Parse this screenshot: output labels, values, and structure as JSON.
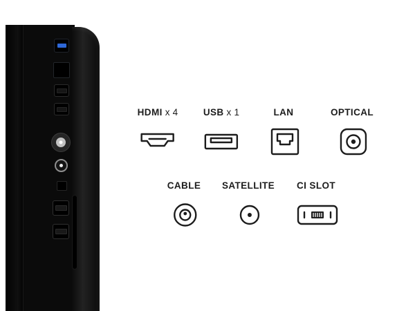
{
  "colors": {
    "background": "#ffffff",
    "label_text": "#1c1c1c",
    "icon_stroke": "#1c1c1c",
    "usb_port_blue": "#2e68d8"
  },
  "tv": {
    "ports": [
      "usb-port",
      "lan-port",
      "hdmi-port",
      "hdmi-port",
      "antenna-port",
      "satellite-port",
      "optical-port",
      "hdmi-port",
      "hdmi-port"
    ]
  },
  "legend": {
    "row1": [
      {
        "name": "HDMI",
        "suffix": "x 4",
        "icon": "hdmi-icon"
      },
      {
        "name": "USB",
        "suffix": "x 1",
        "icon": "usb-icon"
      },
      {
        "name": "LAN",
        "suffix": "",
        "icon": "lan-icon"
      },
      {
        "name": "OPTICAL",
        "suffix": "",
        "icon": "optical-icon"
      }
    ],
    "row2": [
      {
        "name": "CABLE",
        "suffix": "",
        "icon": "cable-icon"
      },
      {
        "name": "SATELLITE",
        "suffix": "",
        "icon": "satellite-icon"
      },
      {
        "name": "CI SLOT",
        "suffix": "",
        "icon": "ci-slot-icon"
      }
    ]
  }
}
